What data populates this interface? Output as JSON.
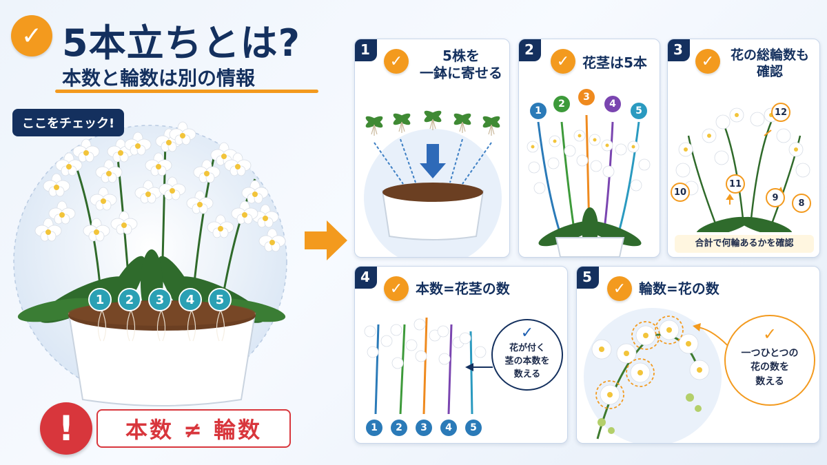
{
  "header": {
    "title": "5本立ちとは?",
    "subtitle": "本数と輪数は別の情報"
  },
  "main": {
    "check_tag": "ここをチェック!",
    "stem_badges": [
      "1",
      "2",
      "3",
      "4",
      "5"
    ],
    "warning": "本数 ≠ 輪数",
    "warning_icon": "!"
  },
  "steps": [
    {
      "number": "1",
      "title": "5株を\n一鉢に寄せる"
    },
    {
      "number": "2",
      "title": "花茎は5本",
      "stem_labels": [
        "1",
        "2",
        "3",
        "4",
        "5"
      ]
    },
    {
      "number": "3",
      "title": "花の総輪数も\n確認",
      "flower_labels": [
        "12",
        "10",
        "11",
        "9",
        "8"
      ],
      "caption": "合計で何輪あるかを確認"
    },
    {
      "number": "4",
      "title": "本数=花茎の数",
      "callout": "花が付く\n茎の本数を\n数える",
      "stem_labels": [
        "1",
        "2",
        "3",
        "4",
        "5"
      ]
    },
    {
      "number": "5",
      "title": "輪数=花の数",
      "callout": "一つひとつの\n花の数を\n数える"
    }
  ],
  "colors": {
    "navy": "#14305e",
    "orange": "#f39a1e",
    "red": "#d8363c",
    "stem1": "#2a7ab8",
    "stem2": "#3d9a3a",
    "stem3": "#ef8a1e",
    "stem4": "#7a45b0",
    "stem5": "#2a9ac0"
  },
  "icons": {
    "check": "check-icon",
    "arrow": "arrow-right-icon",
    "warning": "exclamation-icon"
  }
}
